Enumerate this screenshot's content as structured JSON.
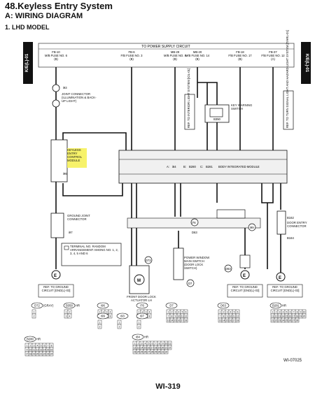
{
  "header": {
    "title": "48.Keyless Entry System",
    "section": "A:  WIRING DIAGRAM",
    "subsection": "1.  LHD MODEL"
  },
  "side_tabs": {
    "left": "K/E(L)-01",
    "right": "K/E(L)-01"
  },
  "power_box": {
    "title": "TO POWER SUPPLY CIRCUIT",
    "fuses": [
      {
        "name": "FB-10",
        "desc": "M/B FUSE NO. 6",
        "code": "(B)"
      },
      {
        "name": "FB-6",
        "desc": "F/B FUSE NO. 3",
        "code": "(B)"
      },
      {
        "name": "MB-29",
        "desc": "M/B FUSE NO. 8",
        "code": "(B)"
      },
      {
        "name": "MB-20",
        "desc": "M/B FUSE NO. 14",
        "code": "(B)"
      },
      {
        "name": "FB-18",
        "desc": "F/B FUSE NO. 17",
        "code": "(B)"
      },
      {
        "name": "FB-37",
        "desc": "F/B FUSE NO. 12",
        "code": "(A)"
      }
    ]
  },
  "components": {
    "joint_connector": {
      "conn": "i93",
      "label": "JOINT CONNECTOR (ILLUMINATION & BACK-UP LIGHT)"
    },
    "key_warning": {
      "conn": "B350",
      "label": "KEY WARNING SWITCH"
    },
    "ref_interior": "REF. TO INTERIOR LIGHT SYSTEM [IOL-01]",
    "ref_turn": "REF. TO TURN SIGNAL LIGHT AND HAZARD LIGHT SYSTEM [T/HRL-01]",
    "keyless_module": {
      "conn": "i96",
      "label": "KEYLESS ENTRY CONTROL MODULE"
    },
    "body_module": {
      "label": "BODY INTEGRATED MODULE",
      "connectors": [
        "i84",
        "B280",
        "B281"
      ]
    },
    "ground_joint": {
      "conn": "i97",
      "label": "GROUND JOINT CONNECTOR"
    },
    "terminal_note": "TERMINAL NO. RANDOM ARRANGEMENT AMONG NO. 1, 2, 3, 4, 5 AND 6",
    "door_lock_actuator": {
      "conn": "D72",
      "label": "FRONT DOOR LOCK ACTUATOR LH"
    },
    "power_window_switch": {
      "conn": "D7",
      "label": "POWER WINDOW MAIN SWITCH (DOOR LOCK SWITCH)"
    },
    "door_entry": {
      "conn": "B162",
      "conn2": "B164",
      "label": "DOOR ENTRY CONNECTOR"
    },
    "conn_i76": "i76",
    "conn_d63": "D63",
    "conn_i99": "i99",
    "ref_ground": [
      "REF. TO GROUND CIRCUIT [GND(L)-03]",
      "REF. TO GROUND CIRCUIT [GND(L)-03]",
      "REF. TO GROUND CIRCUIT [GND(L)-03]"
    ],
    "ground_symbol": "E"
  },
  "connector_tables": [
    {
      "id": "D72",
      "extra": "(GRAY)",
      "pins": "1 2"
    },
    {
      "id": "B350",
      "extra": "HR",
      "pins": "1 2 3 4"
    },
    {
      "id": "i96",
      "pins": "1 2 3 4 5 6 7 8"
    },
    {
      "id": "i76",
      "pins": "1 2 3 4 5 6 7 8"
    },
    {
      "id": "D7",
      "pins": "1 2 3 4 5 6 7 8 9 10 11 12 13 14 15 16 17 18"
    },
    {
      "id": "D63",
      "pins": "1 2 3 4 5 6 7 8 9 10 11 12 13 14 15 16 17 18"
    },
    {
      "id": "B281",
      "extra": "HR",
      "pins": "1 2 3 4 5 6 7 8 9 10 11 12 13 14 15 16 17 18 19 20 21 22 23 24 25 26 27 28"
    },
    {
      "id": "i93",
      "pins": "1 2"
    },
    {
      "id": "i97",
      "pins": "1 2"
    },
    {
      "id": "i99",
      "pins": "1 2"
    },
    {
      "id": "i84",
      "extra": "HR",
      "pins": "1 2 3 4 5 6 7 8 9 10 11 12 13 14 15 16 17 18 19 20 21 22 23 24 25 26 27 28 29 30 31 32"
    },
    {
      "id": "B280",
      "extra": "HR",
      "pins": "1 2 3 4 5 6 7 8 9 10 11 12 13 14 15 16 17 18 19 20 21 22 23 24"
    }
  ],
  "labels": {
    "table_a_prefix": "A:",
    "table_b_prefix": "B:",
    "table_c_prefix": "C:"
  },
  "diagram_code": "WI-07025",
  "page_number": "WI-319"
}
